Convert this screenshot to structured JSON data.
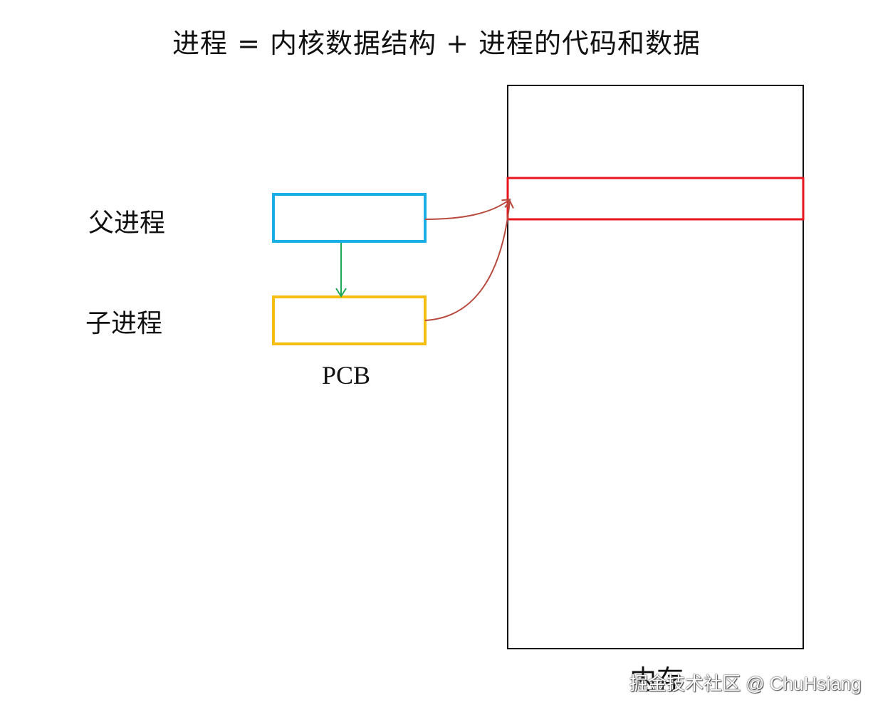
{
  "title": "进程 = 内核数据结构 + 进程的代码和数据",
  "labels": {
    "parent_process": "父进程",
    "child_process": "子进程",
    "pcb": "PCB",
    "memory": "内存"
  },
  "watermark": "掘金技术社区 @ ChuHsiang",
  "colors": {
    "parent_pcb_border": "#1aaee6",
    "child_pcb_border": "#f5be10",
    "shared_region_border": "#e8141e",
    "fork_arrow": "#1fa85a",
    "pointer_arrows": "#b84a3e",
    "memory_border": "#111111"
  }
}
